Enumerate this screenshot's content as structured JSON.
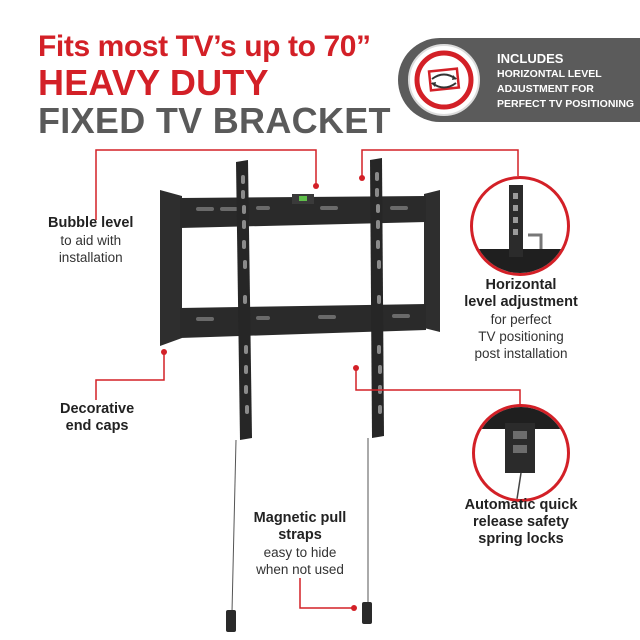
{
  "headline": {
    "line1": "Fits most TV’s up to 70”",
    "line2": "HEAVY DUTY",
    "line3": "FIXED TV BRACKET"
  },
  "badge": {
    "title": "INCLUDES",
    "line1": "HORIZONTAL LEVEL",
    "line2": "ADJUSTMENT FOR",
    "line3": "PERFECT TV POSITIONING"
  },
  "features": {
    "bubble": {
      "title": "Bubble level",
      "line1": "to aid with",
      "line2": "installation"
    },
    "caps": {
      "line1": "Decorative",
      "line2": "end caps"
    },
    "horizontal": {
      "title1": "Horizontal",
      "title2": "level adjustment",
      "line1": "for perfect",
      "line2": "TV positioning",
      "line3": "post installation"
    },
    "springs": {
      "line1": "Automatic quick",
      "line2": "release safety",
      "line3": "spring locks"
    },
    "straps": {
      "title1": "Magnetic pull",
      "title2": "straps",
      "line1": "easy to hide",
      "line2": "when not used"
    }
  },
  "colors": {
    "accent": "#d32027",
    "heading_gray": "#5a5a5a",
    "badge_bg": "#5b5b5b",
    "metal": "#2b2b2b"
  }
}
